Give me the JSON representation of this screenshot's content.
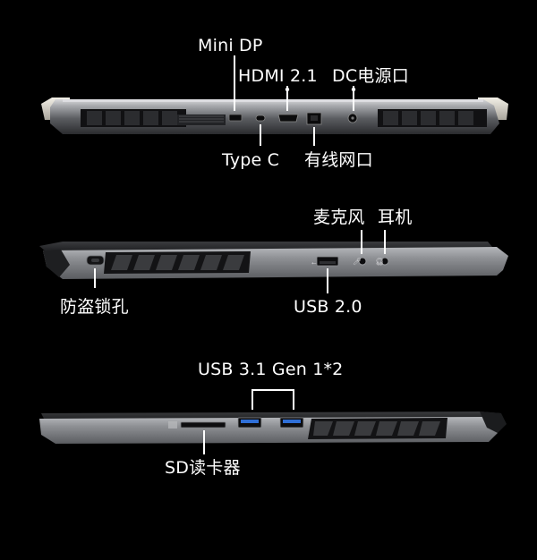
{
  "back_view": {
    "labels": {
      "mini_dp": "Mini DP",
      "hdmi": "HDMI 2.1",
      "dc_power": "DC电源口",
      "type_c": "Type C",
      "ethernet": "有线网口"
    }
  },
  "right_view": {
    "labels": {
      "mic": "麦克风",
      "headphone": "耳机",
      "lock_slot": "防盗锁孔",
      "usb2": "USB 2.0"
    }
  },
  "left_view": {
    "labels": {
      "usb3": "USB 3.1 Gen 1*2",
      "sd_reader": "SD读卡器"
    }
  },
  "colors": {
    "background": "#000000",
    "label_text": "#ffffff",
    "leader_line": "#ffffff",
    "chassis_gray": "#8c8e92",
    "chassis_dark": "#4a4c50",
    "vent_dark": "#151517",
    "usb3_blue": "#2f6fd6"
  }
}
